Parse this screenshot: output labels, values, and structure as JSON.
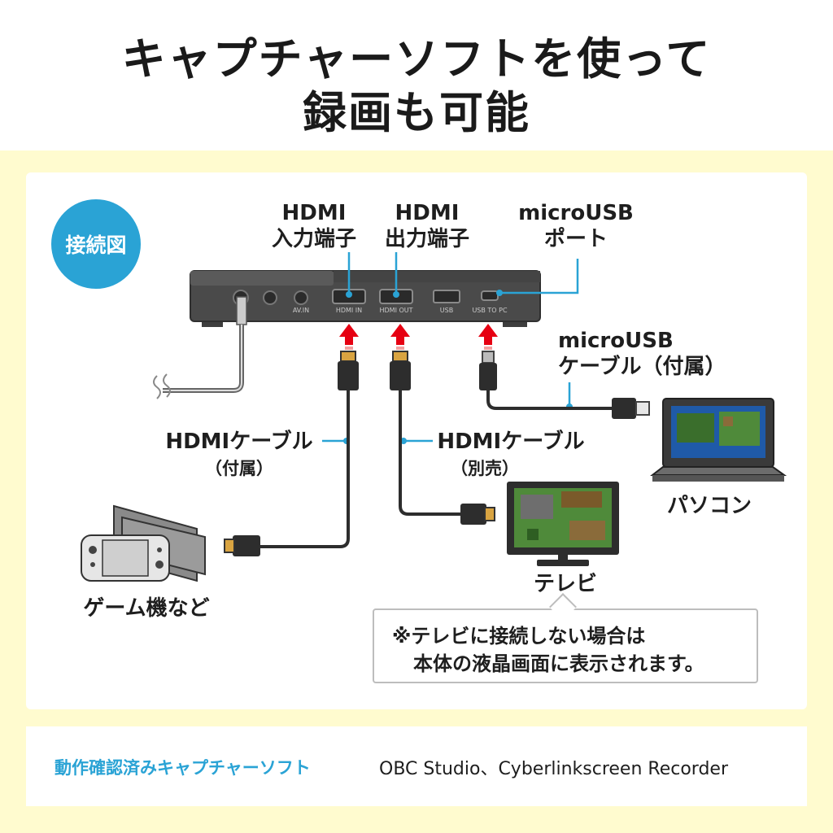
{
  "headline": {
    "line1": "キャプチャーソフトを使って",
    "line2": "録画も可能"
  },
  "badge": "接続図",
  "ports": {
    "hdmi_in_top": "HDMI",
    "hdmi_in_bottom": "入力端子",
    "hdmi_out_top": "HDMI",
    "hdmi_out_bottom": "出力端子",
    "microusb_top": "microUSB",
    "microusb_bottom": "ポート"
  },
  "device_port_labels": [
    "AV.IN",
    "HDMI IN",
    "HDMI OUT",
    "USB",
    "USB TO PC"
  ],
  "cables": {
    "microusb_top": "microUSB",
    "microusb_bottom": "ケーブル（付属）",
    "hdmi_in_main": "HDMIケーブル",
    "hdmi_in_sub": "（付属）",
    "hdmi_out_main": "HDMIケーブル",
    "hdmi_out_sub": "（別売）"
  },
  "devices": {
    "pc": "パソコン",
    "tv": "テレビ",
    "console": "ゲーム機など"
  },
  "note": {
    "line1": "※テレビに接続しない場合は",
    "line2": "本体の液晶画面に表示されます。"
  },
  "footer": {
    "key": "動作確認済みキャプチャーソフト",
    "value": "OBC Studio、Cyberlinkscreen Recorder"
  },
  "colors": {
    "accent": "#2aa3d5",
    "background": "#fffbcf",
    "arrow": "#e60012"
  },
  "icons": [
    "connection-arrow-icon",
    "laptop-icon",
    "tv-icon",
    "game-console-icon"
  ]
}
